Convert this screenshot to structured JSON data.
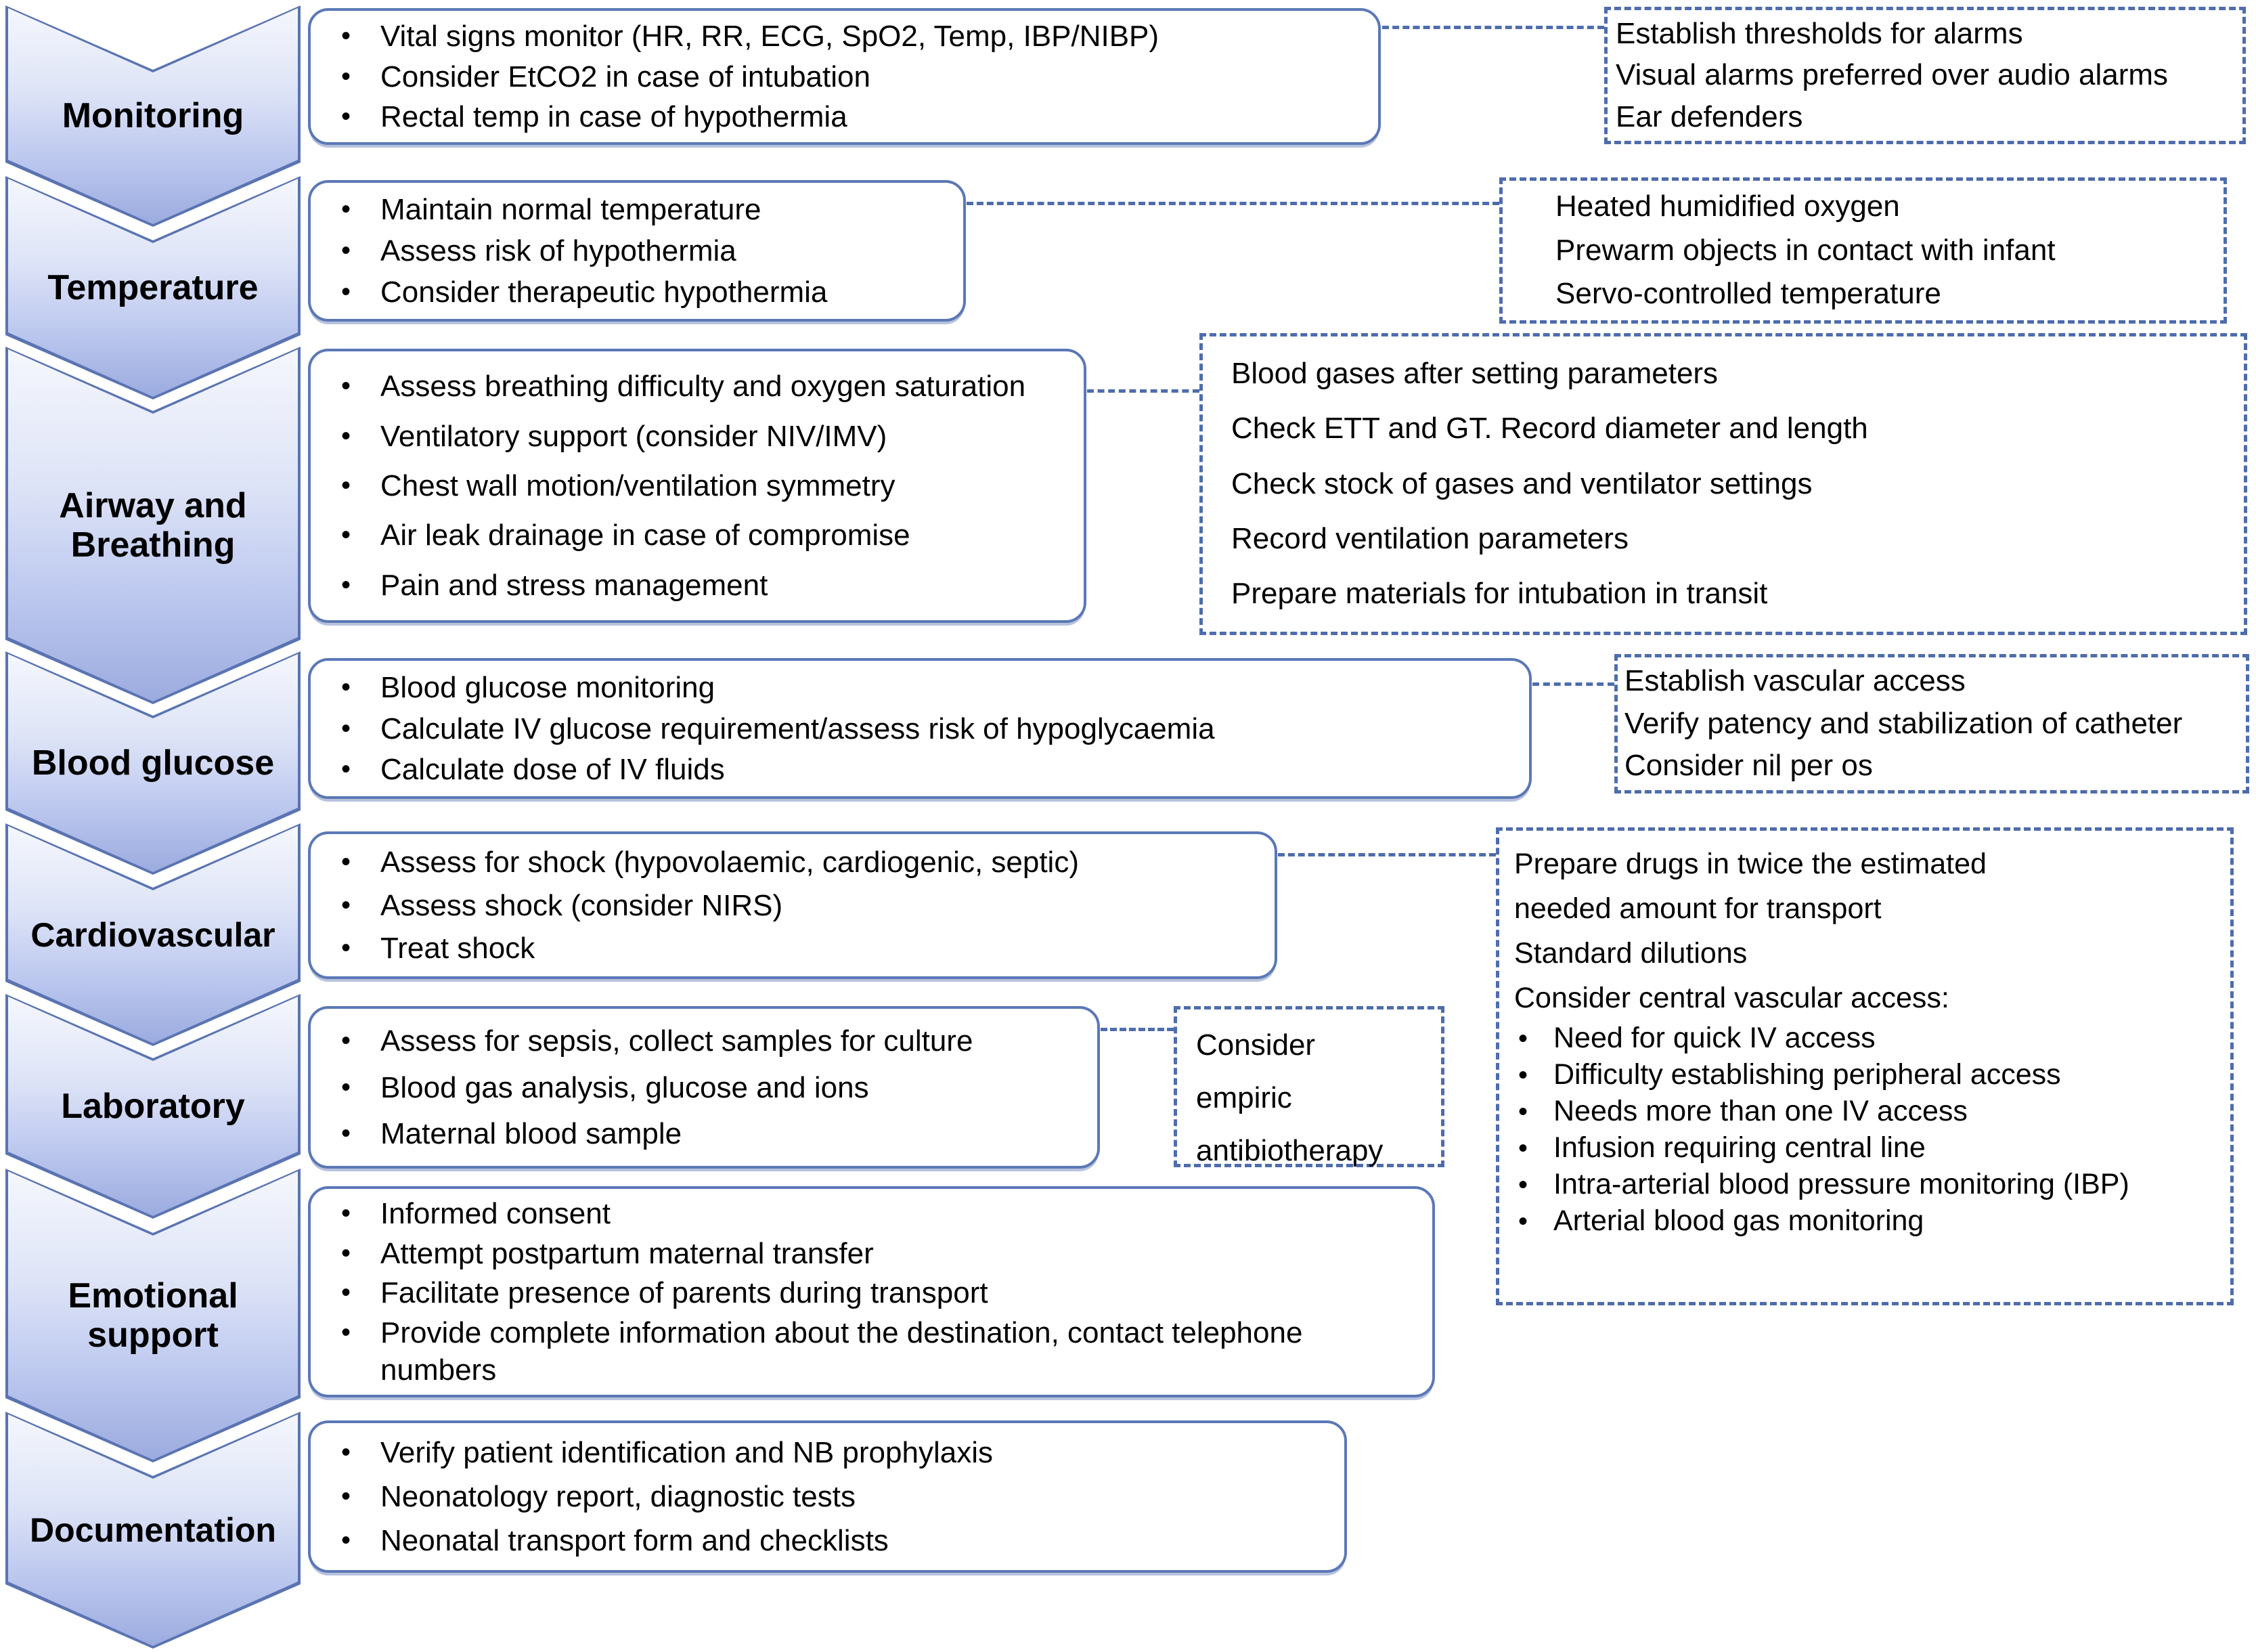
{
  "colors": {
    "chevron_border": "#5a74b2",
    "chevron_fill_top": "#f5f7fd",
    "chevron_fill_bottom": "#9cabdf",
    "action_box_border": "#5b78b6",
    "dashed_border": "#4e6cae",
    "text": "#000000"
  },
  "rows": [
    {
      "stage": "Monitoring",
      "actions": [
        "Vital signs monitor (HR, RR, ECG, SpO2, Temp, IBP/NIBP)",
        "Consider EtCO2 in case of intubation",
        "Rectal temp in case of hypothermia"
      ],
      "notes": [
        "Establish thresholds for alarms",
        "Visual alarms preferred over audio alarms",
        "Ear defenders"
      ]
    },
    {
      "stage": "Temperature",
      "actions": [
        "Maintain normal temperature",
        "Assess risk of hypothermia",
        "Consider therapeutic hypothermia"
      ],
      "notes": [
        "Heated humidified oxygen",
        "Prewarm objects in contact with infant",
        "Servo-controlled temperature"
      ]
    },
    {
      "stage": "Airway and Breathing",
      "actions": [
        "Assess breathing difficulty and oxygen saturation",
        "Ventilatory support (consider NIV/IMV)",
        "Chest wall motion/ventilation symmetry",
        "Air leak drainage in case of compromise",
        "Pain and stress management"
      ],
      "notes": [
        "Blood gases after setting parameters",
        "Check ETT and GT. Record diameter and length",
        "Check stock of gases and ventilator settings",
        "Record ventilation parameters",
        "Prepare materials for intubation in transit"
      ]
    },
    {
      "stage": "Blood glucose",
      "actions": [
        "Blood glucose monitoring",
        "Calculate IV glucose requirement/assess risk of hypoglycaemia",
        "Calculate dose of IV fluids"
      ],
      "notes": [
        "Establish vascular access",
        "Verify patency and stabilization of catheter",
        "Consider nil per os"
      ]
    },
    {
      "stage": "Cardiovascular",
      "actions": [
        "Assess for shock (hypovolaemic, cardiogenic, septic)",
        "Assess shock (consider NIRS)",
        "Treat shock"
      ],
      "notes": {
        "lines": [
          "Prepare drugs in twice the estimated",
          "needed amount for transport",
          "Standard dilutions",
          "Consider central vascular access:"
        ],
        "bullets": [
          "Need for quick IV access",
          "Difficulty establishing peripheral access",
          "Needs more than one IV access",
          "Infusion requiring central line",
          "Intra-arterial blood pressure monitoring (IBP)",
          "Arterial blood gas monitoring"
        ]
      }
    },
    {
      "stage": "Laboratory",
      "actions": [
        "Assess for sepsis, collect samples for culture",
        "Blood gas analysis, glucose and ions",
        "Maternal blood sample"
      ],
      "notes": [
        "Consider empiric antibiotherapy"
      ]
    },
    {
      "stage": "Emotional support",
      "actions": [
        "Informed consent",
        "Attempt postpartum maternal transfer",
        "Facilitate presence of parents during transport",
        "Provide complete information about the destination, contact telephone numbers"
      ]
    },
    {
      "stage": "Documentation",
      "actions": [
        "Verify patient identification and NB prophylaxis",
        "Neonatology report, diagnostic tests",
        "Neonatal transport form and checklists"
      ]
    }
  ]
}
